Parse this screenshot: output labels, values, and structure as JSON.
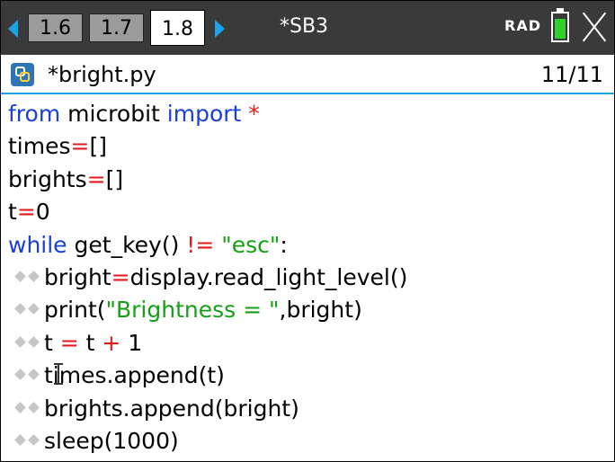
{
  "tabs": [
    {
      "label": "1.6",
      "active": false
    },
    {
      "label": "1.7",
      "active": false
    },
    {
      "label": "1.8",
      "active": true
    }
  ],
  "document_title": "*SB3",
  "status": {
    "angle_mode": "RAD",
    "battery_level": 0.85,
    "battery_color": "#2fd12f"
  },
  "editor": {
    "file_name": "*bright.py",
    "line_position": "11/11",
    "accent_color": "#1aa4e6"
  },
  "code": {
    "l1_kw1": "from",
    "l1_mod": " microbit ",
    "l1_kw2": "import",
    "l1_star": " *",
    "l2_name": "times",
    "l2_eq": "=",
    "l2_val": "[]",
    "l3_name": "brights",
    "l3_eq": "=",
    "l3_val": "[]",
    "l4_name": "t",
    "l4_eq": "=",
    "l4_val": "0",
    "l5_kw": "while",
    "l5_call": " get_key() ",
    "l5_op": "!=",
    "l5_sp": " ",
    "l5_str": "\"esc\"",
    "l5_colon": ":",
    "l6_name": "bright",
    "l6_eq": "=",
    "l6_call": "display.read_light_level()",
    "l7_a": "print(",
    "l7_str": "\"Brightness = \"",
    "l7_b": ",bright)",
    "l8_a": "t ",
    "l8_eq": "=",
    "l8_b": " t ",
    "l8_plus": "+",
    "l8_c": " 1",
    "l9": "times.append(t)",
    "l10": "brights.append(bright)",
    "l11": "sleep(1000)"
  }
}
